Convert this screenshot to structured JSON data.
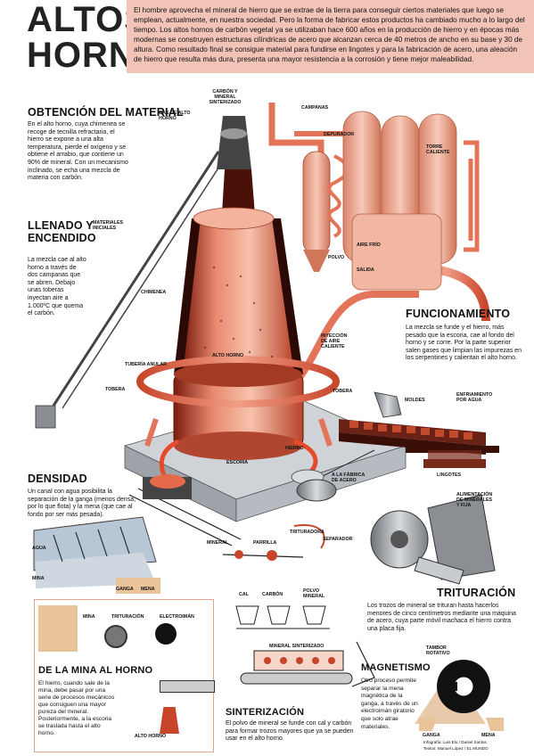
{
  "title": [
    "ALTOS",
    "HORNOS"
  ],
  "intro": "El hombre aprovecha el mineral de hierro que se extrae de la tierra para conseguir ciertos materiales que luego se emplean, actualmente, en nuestra sociedad. Pero la forma de fabricar estos productos ha cambiado mucho a lo largo del tiempo. Los altos hornos de carbón vegetal ya se utilizaban hace 600 años en la producción de hierro y en épocas más modernas se construyen estructuras cilíndricas de acero que alcanzan cerca de 40 metros de ancho en su base y 30 de altura. Como resultado final se consigue material para fundirse en lingotes y para la fabricación de acero, una aleación de hierro que resulta más dura, presenta una mayor resistencia a la corrosión y tiene mejor maleabilidad.",
  "sections": {
    "obtencion": {
      "heading": "OBTENCIÓN DEL MATERIAL",
      "text": "En el alto horno, cuya chimenea se recoge de tecnilla refractaria, el hierro se expone a una alta temperatura, pierde el oxígeno y se obtiene el arrabio, que contiene un 90% de mineral. Con un mecanismo inclinado, se echa una mezcla de materia con carbón."
    },
    "llenado": {
      "heading": [
        "LLENADO Y",
        "ENCENDIDO"
      ],
      "text": "La mezcla cae al alto horno a través de dos campanas que se abren. Debajo unas toberas inyectan aire a 1.000ºC que quema el carbón."
    },
    "funcionamiento": {
      "heading": "FUNCIONAMIENTO",
      "text": "La mezcla se funde y el hierro, más pesado que la escoria, cae al fondo del horno y se corre. Por la parte superior salen gases que limpian las impurezas en los serpentines y calientan el alto horno."
    },
    "densidad": {
      "heading": "DENSIDAD",
      "text": "Un canal con agua posibilita la separación de la ganga (menos densa, por lo que flota) y la mena (que cae al fondo por ser más pesada)."
    },
    "trituracion": {
      "heading": "TRITURACIÓN",
      "text": "Los trozos de mineral se trituran hasta hacerlos menores de cinco centímetros mediante una máquina de acero, cuya parte móvil machaca el hierro contra una placa fija."
    },
    "mina": {
      "heading": "DE LA MINA AL HORNO",
      "text": "El hierro, cuando sale de la mina, debe pasar por una serie de procesos mecánicos que consiguen una mayor pureza del mineral. Posteriormente, a la escoria se traslada hasta el alto horno."
    },
    "magnetismo": {
      "heading": "MAGNETISMO",
      "text": "Otro proceso permite separar la mena magnética de la ganga, a través de un electroimán giratorio que solo atrae materiales."
    },
    "sinterizacion": {
      "heading": "SINTERIZACIÓN",
      "text": "El polvo de mineral se funde con cal y carbón para formar trozos mayores que ya se pueden usar en el alto horno."
    }
  },
  "labels": {
    "gas": "GAS DE ALTO HORNO",
    "carbon": "CARBÓN Y MINERAL SINTERIZADO",
    "campanas": "CAMPANAS",
    "depurador": "DEPURADOR",
    "torre": "TORRE CALIENTE",
    "polvo": "POLVO",
    "aire_frio": "AIRE FRÍO",
    "salida": "SALIDA",
    "material_inicial": "MATERIALES INICIALES",
    "chimenea": "CHIMENEA",
    "alto_horno": "ALTO HORNO",
    "inyeccion": "INYECCIÓN DE AIRE CALIENTE",
    "tuberia": "TUBERÍA ANULAR",
    "tobera": "TOBERA",
    "tobera2": "TOBERA",
    "moldes": "MOLDES",
    "enfriamiento": "ENFRIAMIENTO POR AGUA",
    "escoria": "ESCORIA",
    "hierro": "HIERRO",
    "fabrica": "A LA FÁBRICA DE ACERO",
    "lingotes": "LINGOTES",
    "alim_trit": "ALIMENTACIÓN DE MINERALES Y FIJA",
    "agua": "AGUA",
    "mina": "MINA",
    "ganga_d": "GANGA",
    "mena_d": "MENA",
    "cal": "CAL",
    "carbon_s": "CARBÓN",
    "polvo_mineral": "POLVO MINERAL",
    "mineral": "MINERAL",
    "parrilla": "PARRILLA",
    "trituradora": "TRITURADORA",
    "separador": "SEPARADOR",
    "mineral_final": "MINERAL SINTERIZADO",
    "tambor": "TAMBOR ROTATIVO",
    "ganga_m": "GANGA",
    "mena_m": "MENA",
    "mina_i": "MINA",
    "trit_i": "TRITURACIÓN",
    "elec_i": "ELECTROIMÁN",
    "alto_i": "ALTO HORNO",
    "credit1": "Infografía: Luis Elo / Daniel Santos",
    "credit2": "Textos: Manuel López / EL MUNDO"
  }
}
